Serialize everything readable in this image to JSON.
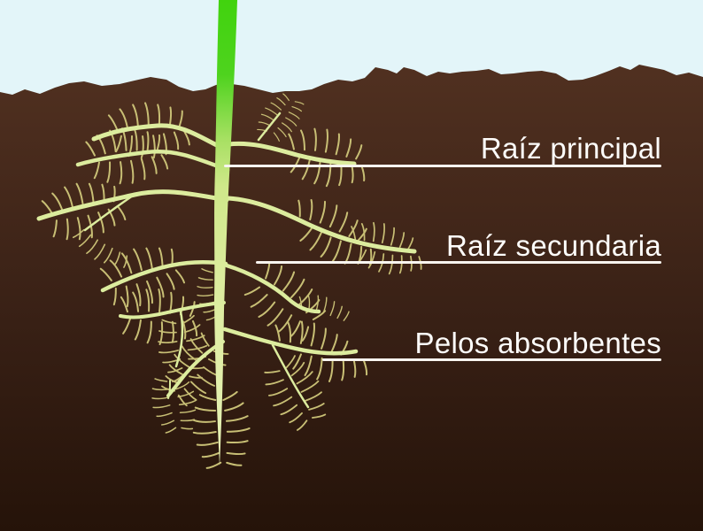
{
  "diagram": {
    "subject": "plant root anatomy",
    "language": "es"
  },
  "labels": {
    "principal": "Raíz principal",
    "secundaria": "Raíz secundaria",
    "absorbentes": "Pelos absorbentes"
  },
  "colors": {
    "sky": "#e3f5f9",
    "soil_top": "#503020",
    "soil_bottom": "#251309",
    "stem_green": "#41d30e",
    "root_pale": "#dcec9e",
    "root_hair": "#c8bf75",
    "label_line": "#f8f5f0",
    "label_text": "#fdfcfa"
  }
}
